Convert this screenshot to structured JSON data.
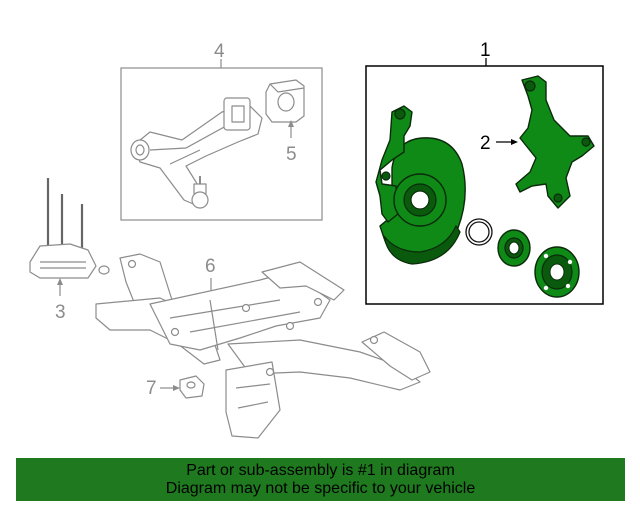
{
  "callouts": {
    "c1": "1",
    "c2": "2",
    "c3": "3",
    "c4": "4",
    "c5": "5",
    "c6": "6",
    "c7": "7"
  },
  "banner": {
    "line1": "Part or sub-assembly is #1 in diagram",
    "line2": "Diagram may not be specific to your vehicle"
  },
  "colors": {
    "highlight": "#0f8a16",
    "banner": "#1f7a1f",
    "callout_gray": "#8c8c8c",
    "callout_black": "#000000"
  }
}
